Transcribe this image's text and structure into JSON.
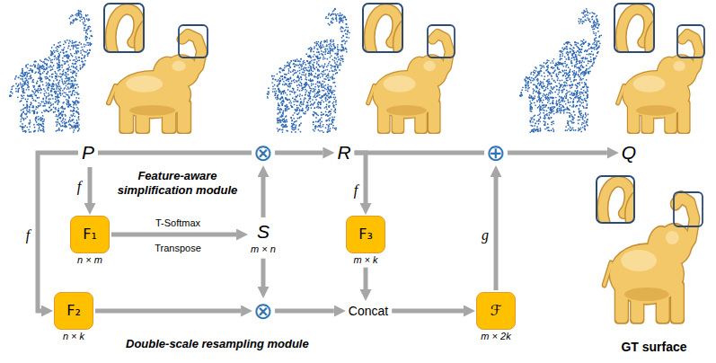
{
  "diagram": {
    "nodes": [
      {
        "text": [
          "P"
        ]
      },
      {
        "text": [
          "⊗"
        ]
      },
      {
        "text": [
          "R"
        ]
      },
      {
        "text": [
          "⊕"
        ]
      },
      {
        "text": [
          "Q"
        ]
      },
      {
        "text": [
          "Feature-aware simplification module"
        ]
      },
      {
        "text": [
          "F₁",
          "n × m"
        ],
        "in": 5
      },
      {
        "text": [
          "S",
          "m × n"
        ],
        "in": 5
      },
      {
        "text": [
          "Double-scale resampling module"
        ]
      },
      {
        "text": [
          "F₃",
          "m × k"
        ],
        "in": 8
      },
      {
        "text": [
          "F₂",
          "n × k"
        ],
        "in": 8
      },
      {
        "text": [
          "⊗"
        ],
        "in": 8
      },
      {
        "text": [
          "Concat"
        ],
        "in": 8
      },
      {
        "text": [
          "ℱ",
          "m × 2k"
        ]
      }
    ],
    "edges": [
      {
        "from": 0,
        "to": 1,
        "arrow": "none"
      },
      {
        "from": 1,
        "to": 2,
        "arrow": "to"
      },
      {
        "from": 2,
        "to": 3,
        "arrow": "none"
      },
      {
        "from": 3,
        "to": 4,
        "arrow": "to"
      },
      {
        "from": 0,
        "to": 6,
        "label": "f",
        "arrow": "to"
      },
      {
        "from": 0,
        "to": 10,
        "label": "f",
        "arrow": "to"
      },
      {
        "from": 6,
        "to": 7,
        "label": "T-Softmax",
        "arrow": "to"
      },
      {
        "from": 7,
        "to": 1,
        "arrow": "to"
      },
      {
        "from": 7,
        "to": 11,
        "arrow": "to"
      },
      {
        "from": 10,
        "to": 11,
        "arrow": "to"
      },
      {
        "from": 11,
        "to": 12,
        "arrow": "to"
      },
      {
        "from": 2,
        "to": 9,
        "label": "f",
        "arrow": "to"
      },
      {
        "from": 9,
        "to": 12,
        "arrow": "to"
      },
      {
        "from": 12,
        "to": 13,
        "arrow": "to"
      },
      {
        "from": 13,
        "to": 3,
        "label": "g",
        "arrow": "to"
      }
    ],
    "labels": [
      "Transpose",
      "GT surface"
    ]
  }
}
